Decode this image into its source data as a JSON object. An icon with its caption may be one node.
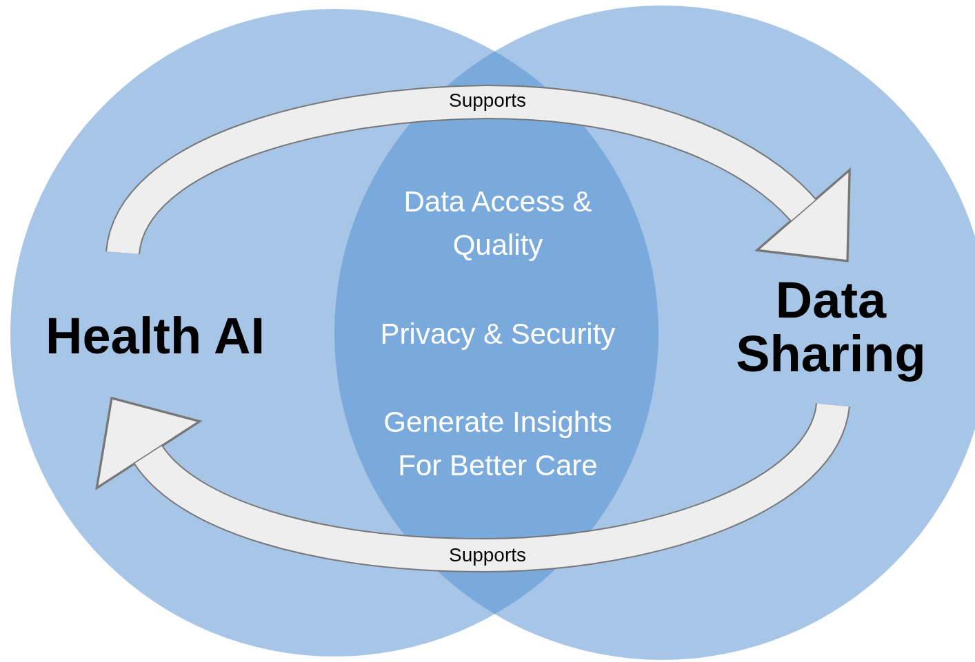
{
  "diagram": {
    "nodes": [
      {
        "text": [
          "Health AI"
        ]
      },
      {
        "text": [
          "Data Sharing"
        ]
      }
    ],
    "edges": [
      {
        "from": 0,
        "to": 1,
        "arrow": "to",
        "label": "Supports"
      },
      {
        "from": 1,
        "to": 0,
        "arrow": "to",
        "label": "Supports"
      }
    ],
    "labels": [
      "Data Access & Quality",
      "Privacy & Security",
      "Generate Insights For Better Care"
    ]
  }
}
